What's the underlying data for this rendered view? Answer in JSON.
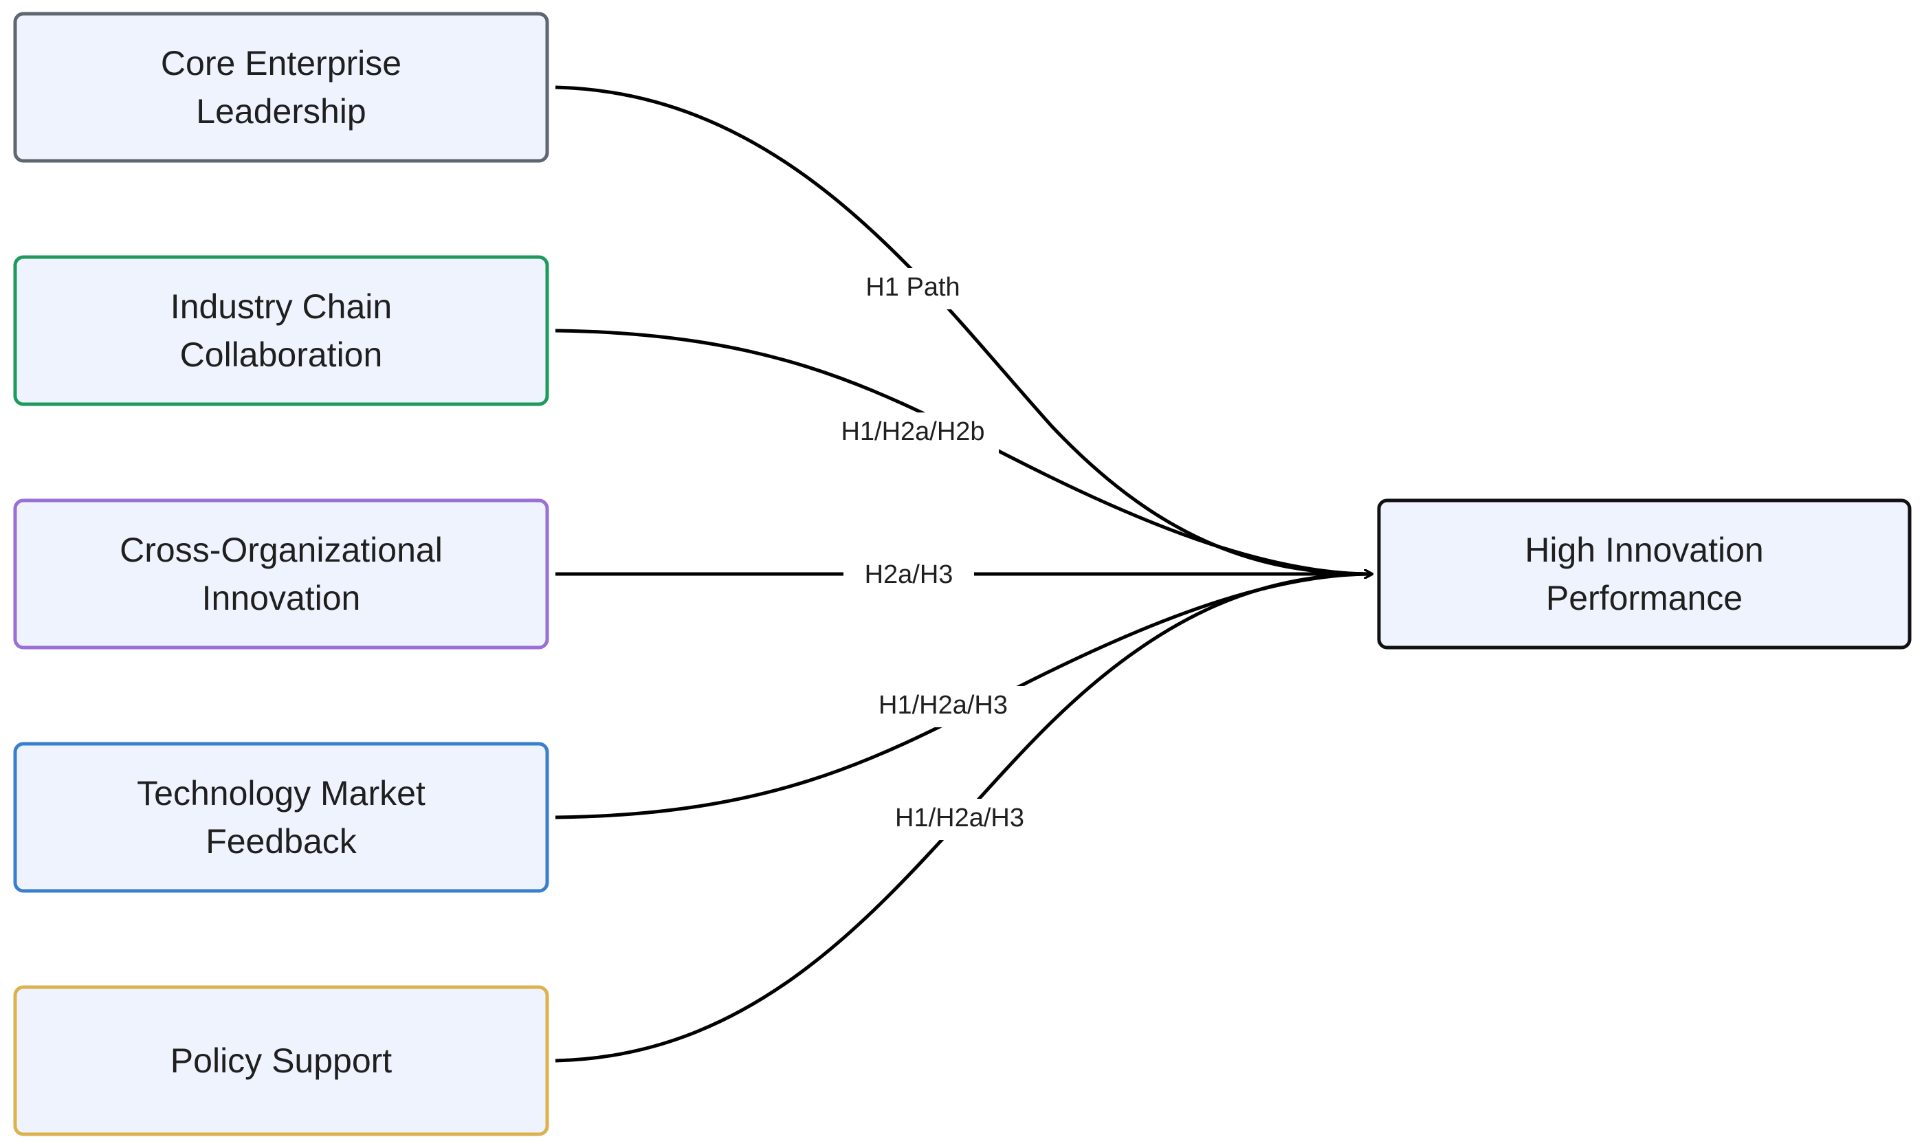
{
  "diagram": {
    "nodes": [
      {
        "id": "core",
        "lines": [
          "Core Enterprise",
          "Leadership"
        ],
        "color": "#5f6670"
      },
      {
        "id": "chain",
        "lines": [
          "Industry Chain",
          "Collaboration"
        ],
        "color": "#1f9a5c"
      },
      {
        "id": "cross",
        "lines": [
          "Cross-Organizational",
          "Innovation"
        ],
        "color": "#9a6fd6"
      },
      {
        "id": "tech",
        "lines": [
          "Technology Market",
          "Feedback"
        ],
        "color": "#3a7fcf"
      },
      {
        "id": "policy",
        "lines": [
          "Policy Support"
        ],
        "color": "#dcb24e"
      },
      {
        "id": "target",
        "lines": [
          "High Innovation",
          "Performance"
        ],
        "color": "#111111"
      }
    ],
    "edges": [
      {
        "from": "core",
        "to": "target",
        "label": "H1 Path"
      },
      {
        "from": "chain",
        "to": "target",
        "label": "H1/H2a/H2b"
      },
      {
        "from": "cross",
        "to": "target",
        "label": "H2a/H3"
      },
      {
        "from": "tech",
        "to": "target",
        "label": "H1/H2a/H3"
      },
      {
        "from": "policy",
        "to": "target",
        "label": "H1/H2a/H3"
      }
    ]
  }
}
